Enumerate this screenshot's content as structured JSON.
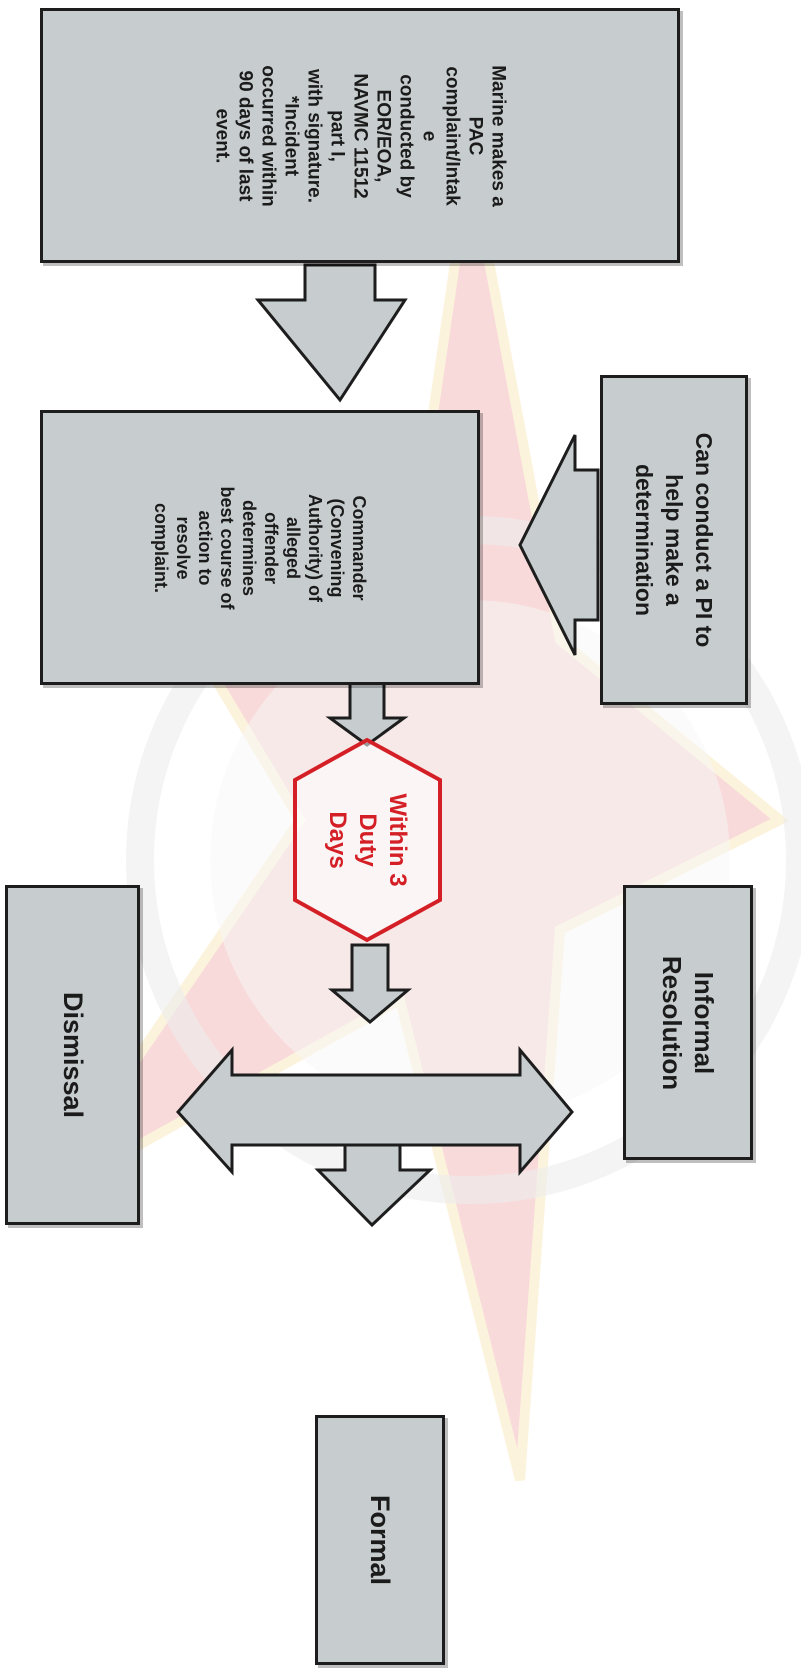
{
  "colors": {
    "box_fill": "#c7cdcf",
    "box_border": "#1d1d1d",
    "hexagon_stroke": "#d31f25",
    "hexagon_text": "#d31f25",
    "watermark_star": "#e23a3a",
    "watermark_gold": "#f0c24a"
  },
  "boxes": {
    "intake": "Marine makes a\nPAC\ncomplaint/Intak\ne\nconducted by\nEOR/EOA,\nNAVMC 11512\npart I,\nwith signature.\n*Incident\noccurred within\n90 days of last\nevent.",
    "pi": "Can conduct a PI to\nhelp make a\ndetermination",
    "commander": "Commander\n(Convening\nAuthority) of\nalleged\noffender\ndetermines\nbest course of\naction to\nresolve\ncomplaint.",
    "informal": "Informal\nResolution",
    "dismissal": "Dismissal",
    "formal": "Formal"
  },
  "timeframe": "Within 3\nDuty\nDays"
}
